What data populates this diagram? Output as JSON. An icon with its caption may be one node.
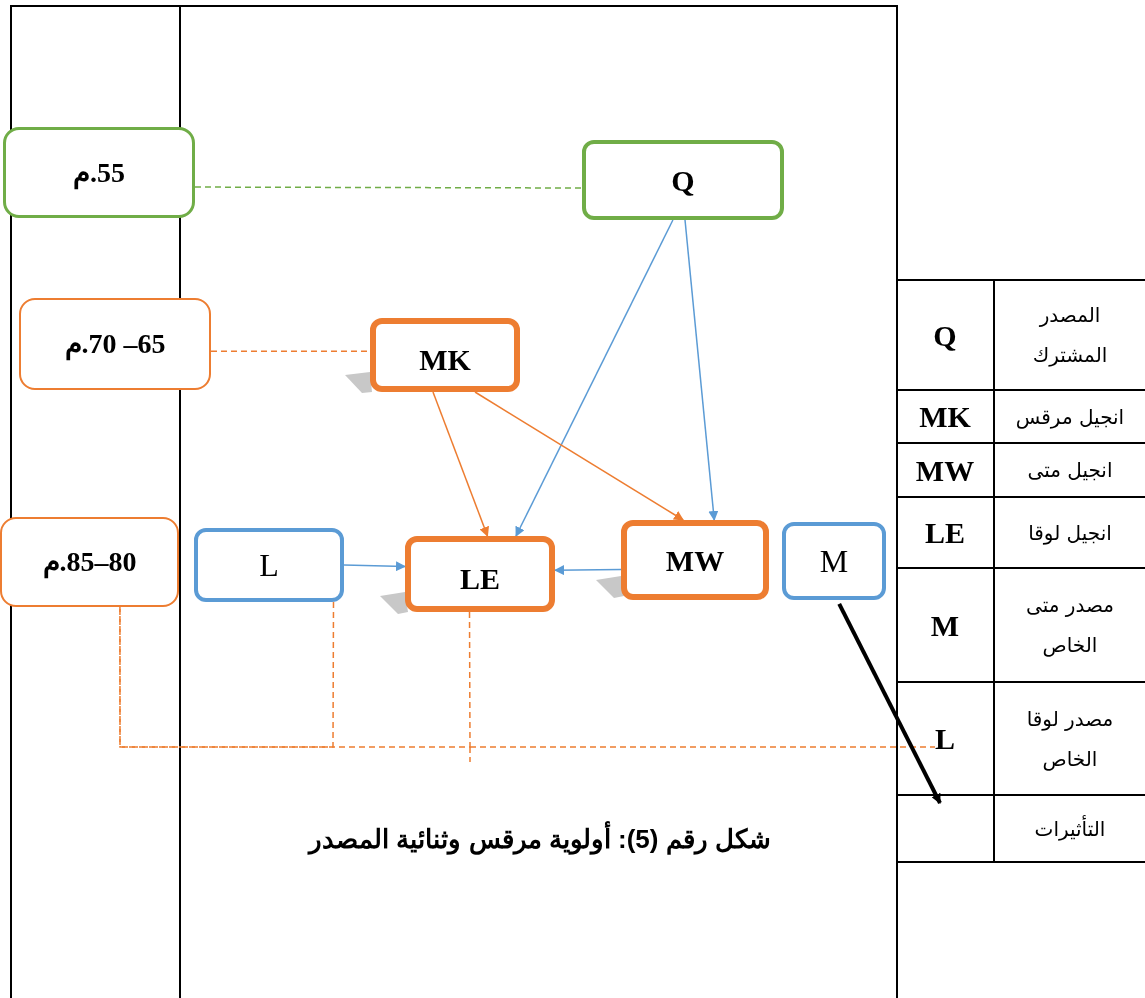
{
  "diagram": {
    "caption": "شكل رقم (5):  أولوية مرقس وثنائية المصدر",
    "nodes": [
      {
        "text": [
          "55.م"
        ]
      },
      {
        "text": [
          "Q"
        ]
      },
      {
        "text": [
          "65– 70.م"
        ]
      },
      {
        "text": [
          "MK"
        ]
      },
      {
        "text": [
          "80–85.م"
        ]
      },
      {
        "text": [
          "L"
        ]
      },
      {
        "text": [
          "LE"
        ]
      },
      {
        "text": [
          "MW"
        ]
      },
      {
        "text": [
          "M"
        ]
      }
    ],
    "edges": [
      {
        "from": 0,
        "to": 1,
        "arrow": "none",
        "style": "dashed",
        "color": "#70ad47"
      },
      {
        "from": 2,
        "to": 3,
        "arrow": "none",
        "style": "dashed",
        "color": "#ed7d31"
      },
      {
        "from": 1,
        "to": 6,
        "arrow": "to",
        "color": "#5b9bd5"
      },
      {
        "from": 1,
        "to": 7,
        "arrow": "to",
        "color": "#5b9bd5"
      },
      {
        "from": 3,
        "to": 6,
        "arrow": "to",
        "color": "#ed7d31"
      },
      {
        "from": 3,
        "to": 7,
        "arrow": "to",
        "color": "#ed7d31"
      },
      {
        "from": 5,
        "to": 6,
        "arrow": "to",
        "color": "#5b9bd5"
      },
      {
        "from": 7,
        "to": 6,
        "arrow": "to",
        "color": "#5b9bd5"
      },
      {
        "from": 8,
        "to": null,
        "arrow": "to",
        "style": "thick",
        "color": "#000000"
      },
      {
        "from": 5,
        "to": 4,
        "arrow": "none",
        "style": "dashed",
        "color": "#ed7d31"
      },
      {
        "from": 6,
        "to": 4,
        "arrow": "none",
        "style": "dashed",
        "color": "#ed7d31"
      }
    ],
    "labels": [
      "Q",
      "المصدر المشترك",
      "MK",
      "انجيل مرقس",
      "MW",
      "انجيل متى",
      "LE",
      "انجيل لوقا",
      "M",
      "مصدر متى الخاص",
      "L",
      "مصدر لوقا الخاص",
      "التأثيرات"
    ]
  }
}
